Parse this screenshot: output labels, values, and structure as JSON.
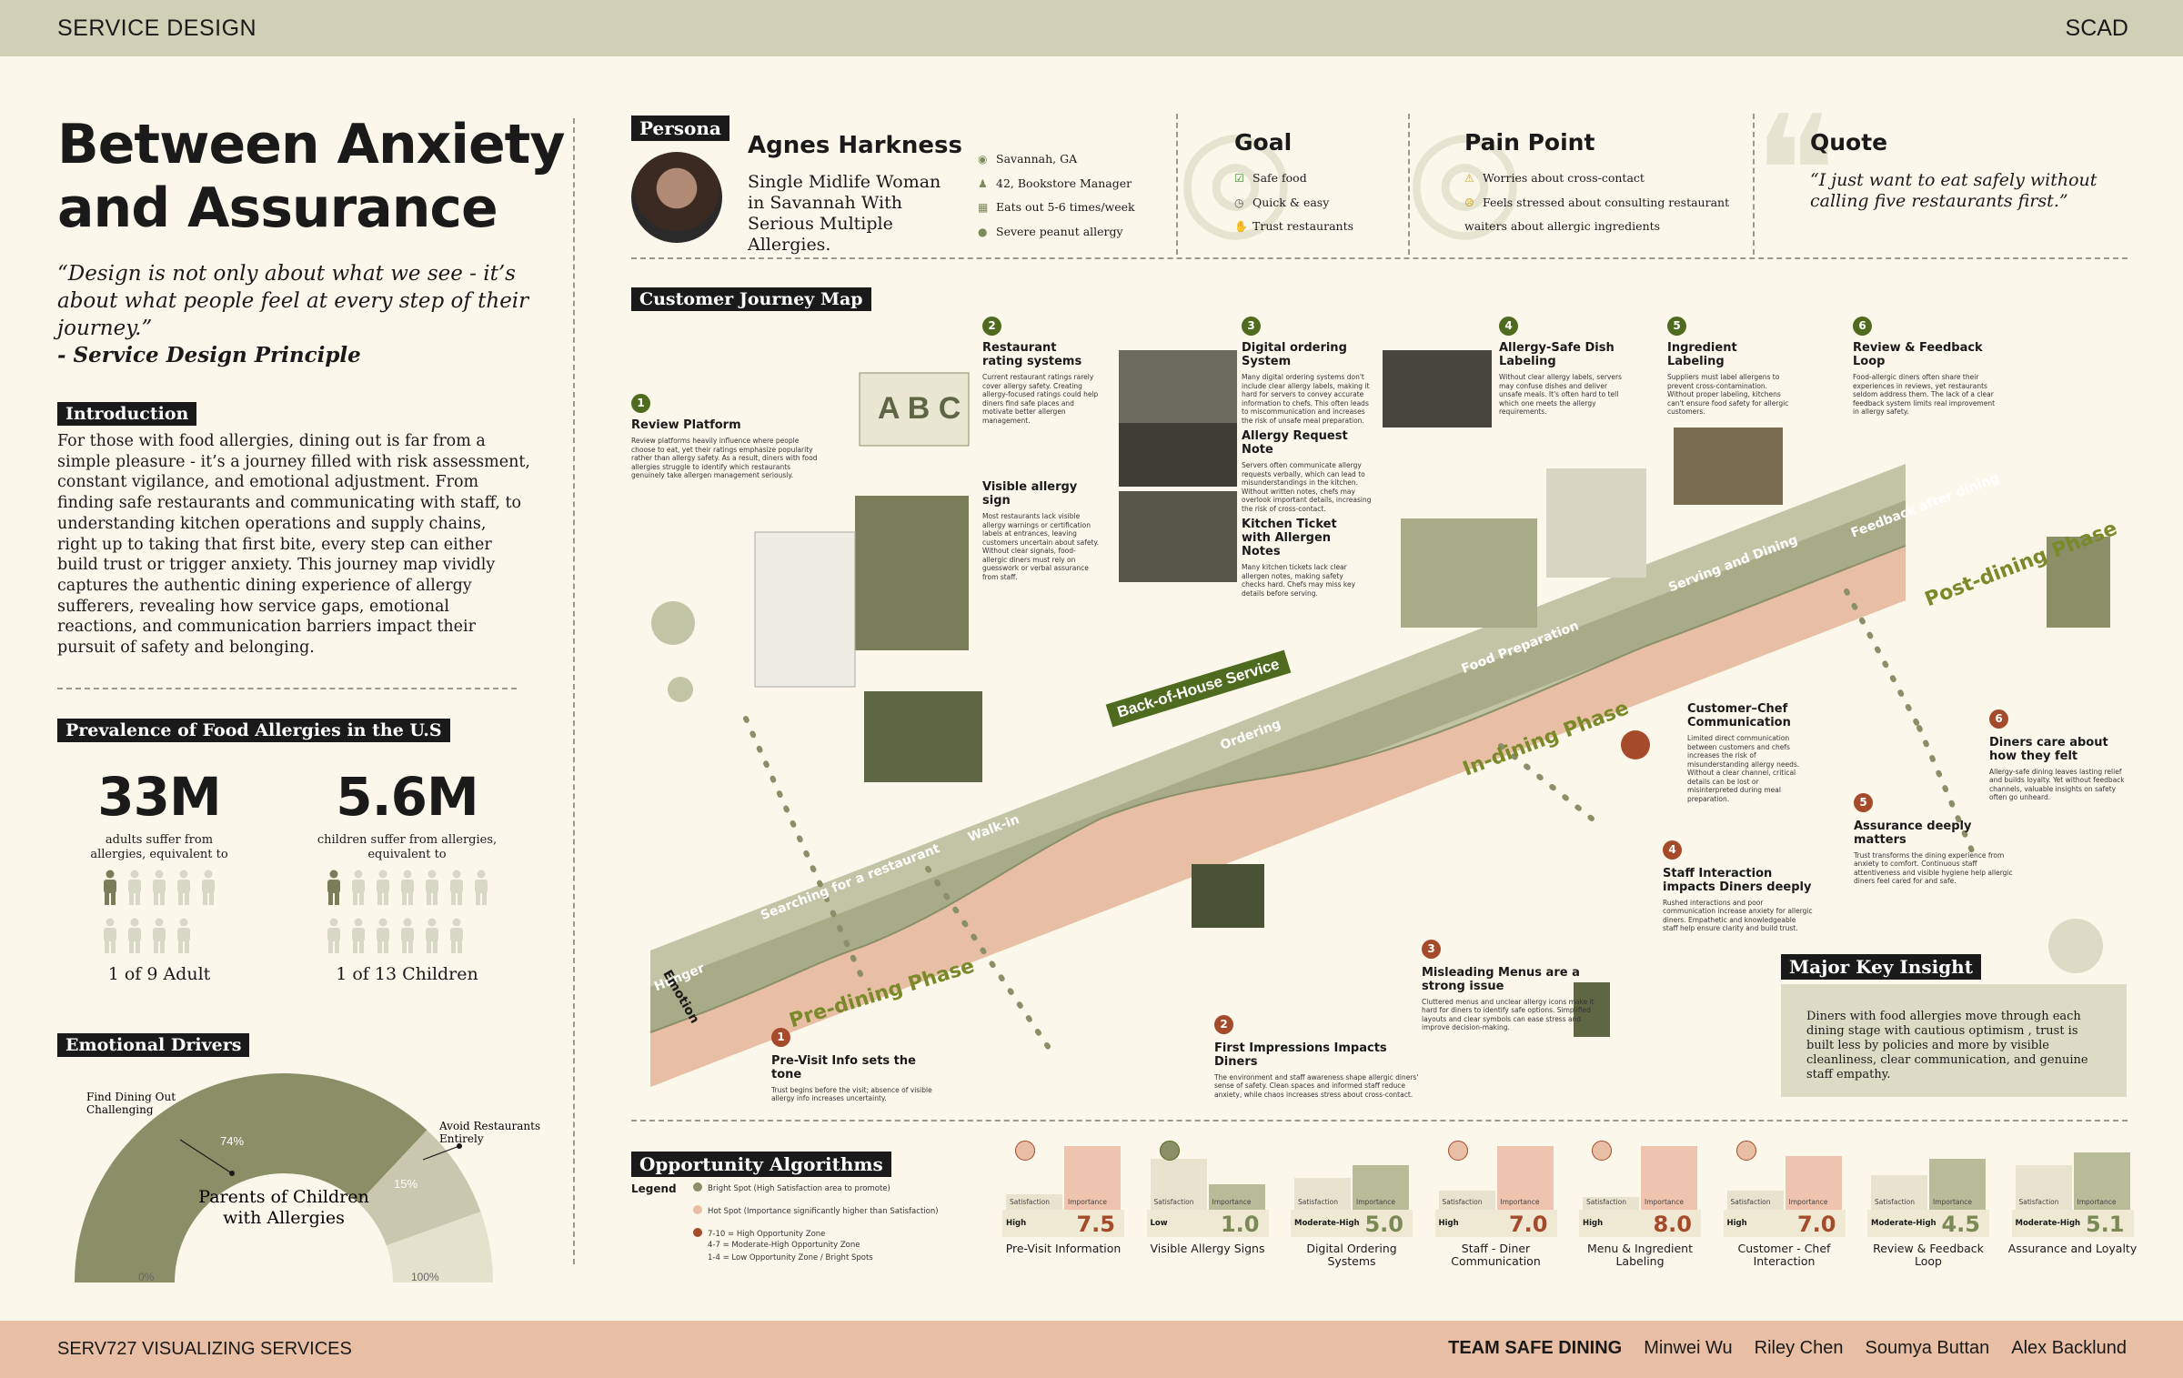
{
  "header": {
    "left": "SERVICE DESIGN",
    "right": "SCAD"
  },
  "footer": {
    "course": "SERV727 VISUALIZING SERVICES",
    "team_name": "TEAM SAFE DINING",
    "members": [
      "Minwei Wu",
      "Riley Chen",
      "Soumya Buttan",
      "Alex Backlund"
    ]
  },
  "title": "Between Anxiety and Assurance",
  "quote": {
    "text": "“Design is not only about what we see - it’s about what people feel at every step of their journey.”",
    "by": "- Service Design Principle"
  },
  "introduction": {
    "label": "Introduction",
    "text": "For those with food allergies, dining out is far from a simple pleasure - it’s a journey filled with risk assessment, constant vigilance, and emotional adjustment. From finding safe restaurants and communicating with staff, to understanding kitchen operations and supply chains, right up to taking that first bite, every step can either build trust or trigger anxiety. This journey map vividly captures the authentic dining experience of allergy sufferers, revealing how service gaps, emotional reactions, and communication barriers impact their pursuit of safety and belonging."
  },
  "prevalence": {
    "label": "Prevalence of Food Allergies in the U.S",
    "adults": {
      "number": "33M",
      "desc": "adults suffer from allergies, equivalent to",
      "ratio": "1 of 9 Adult",
      "highlighted": 1,
      "total": 9
    },
    "children": {
      "number": "5.6M",
      "desc": "children suffer from allergies, equivalent to",
      "ratio": "1 of 13 Children",
      "highlighted": 1,
      "total": 13
    }
  },
  "emotional_drivers": {
    "label": "Emotional Drivers",
    "left_label": "Find Dining Out Challenging",
    "right_label": "Avoid Restaurants Entirely",
    "center": "Parents of Children with Allergies",
    "segments": [
      {
        "value": 74,
        "label": "74%",
        "color": "#8a8f68"
      },
      {
        "value": 15,
        "label": "15%",
        "color": "#c9c8ae"
      },
      {
        "value": 11,
        "label": "",
        "color": "#e4e1cd"
      }
    ],
    "axis_min": "0%",
    "axis_max": "100%"
  },
  "persona": {
    "label": "Persona",
    "name": "Agnes Harkness",
    "desc": "Single Midlife Woman in Savannah With Serious Multiple Allergies.",
    "facts": [
      {
        "icon": "pin-icon",
        "text": "Savannah, GA"
      },
      {
        "icon": "person-icon",
        "text": "42, Bookstore Manager"
      },
      {
        "icon": "calendar-icon",
        "text": "Eats out 5-6 times/week"
      },
      {
        "icon": "peanut-icon",
        "text": "Severe peanut allergy"
      }
    ]
  },
  "goal": {
    "title": "Goal",
    "items": [
      {
        "icon": "check-icon",
        "text": "Safe food"
      },
      {
        "icon": "clock-icon",
        "text": "Quick & easy"
      },
      {
        "icon": "handshake-icon",
        "text": "Trust restaurants"
      }
    ]
  },
  "pain_point": {
    "title": "Pain Point",
    "items": [
      {
        "icon": "warning-icon",
        "text": "Worries about cross-contact"
      },
      {
        "icon": "stressed-icon",
        "text": "Feels stressed about consulting restaurant waiters about allergic ingredients"
      }
    ]
  },
  "persona_quote": {
    "title": "Quote",
    "text": "“I just want to eat safely without calling five restaurants first.”"
  },
  "journey": {
    "label": "Customer Journey Map",
    "phases": [
      "Pre-dining Phase",
      "In-dining Phase",
      "Post-dining Phase"
    ],
    "back_of_house": "Back-of-House Service",
    "stages": [
      "Hunger",
      "Searching for a restaurant",
      "Walk-in",
      "Ordering",
      "Food Preparation",
      "Serving and Dining",
      "Feedback after dining"
    ],
    "emotion_label": "Emotion",
    "touchpoints": [
      {
        "n": "1",
        "title": "Review Platform",
        "text": "Review platforms heavily influence where people choose to eat, yet their ratings emphasize popularity rather than allergy safety. As a result, diners with food allergies struggle to identify which restaurants genuinely take allergen management seriously."
      },
      {
        "n": "2",
        "title": "Restaurant rating systems",
        "text": "Current restaurant ratings rarely cover allergy safety. Creating allergy-focused ratings could help diners find safe places and motivate better allergen management."
      },
      {
        "n": "",
        "title": "Visible allergy sign",
        "text": "Most restaurants lack visible allergy warnings or certification labels at entrances, leaving customers uncertain about safety. Without clear signals, food-allergic diners must rely on guesswork or verbal assurance from staff."
      },
      {
        "n": "3",
        "title": "Digital ordering System",
        "text": "Many digital ordering systems don't include clear allergy labels, making it hard for servers to convey accurate information to chefs. This often leads to miscommunication and increases the risk of unsafe meal preparation."
      },
      {
        "n": "",
        "title": "Allergy Request Note",
        "text": "Servers often communicate allergy requests verbally, which can lead to misunderstandings in the kitchen. Without written notes, chefs may overlook important details, increasing the risk of cross-contact."
      },
      {
        "n": "",
        "title": "Kitchen Ticket with Allergen Notes",
        "text": "Many kitchen tickets lack clear allergen notes, making safety checks hard. Chefs may miss key details before serving."
      },
      {
        "n": "4",
        "title": "Allergy-Safe Dish Labeling",
        "text": "Without clear allergy labels, servers may confuse dishes and deliver unsafe meals. It's often hard to tell which one meets the allergy requirements."
      },
      {
        "n": "5",
        "title": "Ingredient Labeling",
        "text": "Suppliers must label allergens to prevent cross-contamination. Without proper labeling, kitchens can't ensure food safety for allergic customers."
      },
      {
        "n": "6",
        "title": "Review & Feedback Loop",
        "text": "Food-allergic diners often share their experiences in reviews, yet restaurants seldom address them. The lack of a clear feedback system limits real improvement in allergy safety."
      }
    ],
    "pain_moments": [
      {
        "n": "1",
        "title": "Pre-Visit Info sets the tone",
        "text": "Trust begins before the visit; absence of visible allergy info increases uncertainty."
      },
      {
        "n": "2",
        "title": "First Impressions Impacts Diners",
        "text": "The environment and staff awareness shape allergic diners' sense of safety. Clean spaces and informed staff reduce anxiety, while chaos increases stress about cross-contact."
      },
      {
        "n": "3",
        "title": "Misleading Menus are a strong issue",
        "text": "Cluttered menus and unclear allergy icons make it hard for diners to identify safe options. Simplified layouts and clear symbols can ease stress and improve decision-making."
      },
      {
        "n": "4",
        "title": "Staff Interaction impacts Diners deeply",
        "text": "Rushed interactions and poor communication increase anxiety for allergic diners. Empathetic and knowledgeable staff help ensure clarity and build trust."
      },
      {
        "n": "",
        "title": "Customer–Chef Communication",
        "text": "Limited direct communication between customers and chefs increases the risk of misunderstanding allergy needs. Without a clear channel, critical details can be lost or misinterpreted during meal preparation."
      },
      {
        "n": "5",
        "title": "Assurance deeply matters",
        "text": "Trust transforms the dining experience from anxiety to comfort. Continuous staff attentiveness and visible hygiene help allergic diners feel cared for and safe."
      },
      {
        "n": "6",
        "title": "Diners care about how they felt",
        "text": "Allergy-safe dining leaves lasting relief and builds loyalty. Yet without feedback channels, valuable insights on safety often go unheard."
      }
    ]
  },
  "insight": {
    "label": "Major Key Insight",
    "text": "Diners with food allergies move through each dining stage with cautious optimism , trust is built less by policies and more by visible cleanliness, clear communication, and genuine staff empathy."
  },
  "opportunity": {
    "label": "Opportunity Algorithms",
    "legend": {
      "title": "Legend",
      "items": [
        "Bright Spot (High Satisfaction area to promote)",
        "Hot Spot (Importance significantly higher than Satisfaction)"
      ],
      "zones": [
        "7-10 = High Opportunity Zone",
        "4-7 = Moderate-High Opportunity Zone",
        "1-4 = Low Opportunity Zone / Bright Spots"
      ]
    },
    "sat_label": "Satisfaction",
    "imp_label": "Importance",
    "items": [
      {
        "name": "Pre-Visit Information",
        "level": "High",
        "score": "7.5",
        "satisfaction": 2.5,
        "importance": 10,
        "spot": "hot"
      },
      {
        "name": "Visible Allergy Signs",
        "level": "Low",
        "score": "1.0",
        "satisfaction": 8,
        "importance": 4,
        "spot": "bright"
      },
      {
        "name": "Digital Ordering Systems",
        "level": "Moderate-High",
        "score": "5.0",
        "satisfaction": 5,
        "importance": 7,
        "spot": ""
      },
      {
        "name": "Staff - Diner Communication",
        "level": "High",
        "score": "7.0",
        "satisfaction": 3,
        "importance": 10,
        "spot": "hot"
      },
      {
        "name": "Menu & Ingredient Labeling",
        "level": "High",
        "score": "8.0",
        "satisfaction": 2,
        "importance": 10,
        "spot": "hot"
      },
      {
        "name": "Customer - Chef Interaction",
        "level": "High",
        "score": "7.0",
        "satisfaction": 3,
        "importance": 8.5,
        "spot": "hot"
      },
      {
        "name": "Review & Feedback Loop",
        "level": "Moderate-High",
        "score": "4.5",
        "satisfaction": 5.5,
        "importance": 8,
        "spot": ""
      },
      {
        "name": "Assurance and Loyalty",
        "level": "Moderate-High",
        "score": "5.1",
        "satisfaction": 7,
        "importance": 9,
        "spot": ""
      }
    ]
  },
  "colors": {
    "olive": "#8a8f68",
    "olive_dark": "#4f6b1f",
    "salmon": "#e8bfa4",
    "hot": "#a54a2a",
    "cream": "#fbf7ea"
  }
}
